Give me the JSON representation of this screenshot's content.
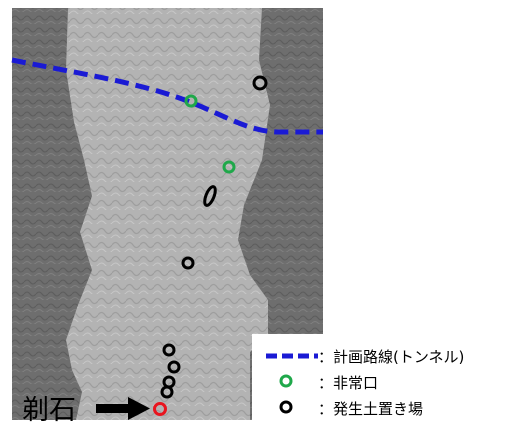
{
  "colors": {
    "route": "#1a1ad4",
    "emergency_exit": "#1fa84a",
    "disposal_site": "#000000",
    "highlight": "#e8141e"
  },
  "legend": {
    "route_label": "：計画路線(トンネル)",
    "exit_label": "：非常口",
    "disposal_label": "：発生土置き場"
  },
  "annotation": {
    "place_name": "剃石"
  },
  "icons": {
    "arrow": "right-arrow-icon",
    "exit_marker": "green-circle-icon",
    "disposal_marker": "black-circle-icon"
  }
}
